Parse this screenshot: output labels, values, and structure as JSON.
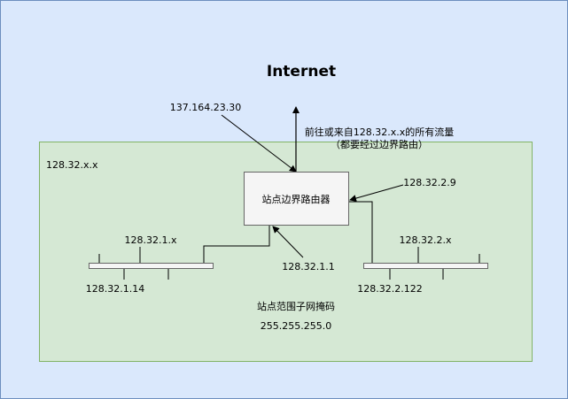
{
  "diagram": {
    "title": "Internet",
    "internet_ip": "137.164.23.30",
    "traffic_note_line1": "前往或来自128.32.x.x的所有流量",
    "traffic_note_line2": "（都要经过边界路由）",
    "site_network": "128.32.x.x",
    "router_label": "站点边界路由器",
    "router_right_ip": "128.32.2.9",
    "router_left_ip": "128.32.1.1",
    "subnet1": {
      "network": "128.32.1.x",
      "host": "128.32.1.14"
    },
    "subnet2": {
      "network": "128.32.2.x",
      "host": "128.32.2.122"
    },
    "mask_label": "站点范围子网掩码",
    "mask_value": "255.255.255.0"
  },
  "colors": {
    "outer_bg": "#dae8fc",
    "outer_border": "#6c8ebf",
    "site_bg": "#d5e8d4",
    "site_border": "#82b366",
    "router_bg": "#f5f5f5",
    "router_border": "#666666"
  }
}
